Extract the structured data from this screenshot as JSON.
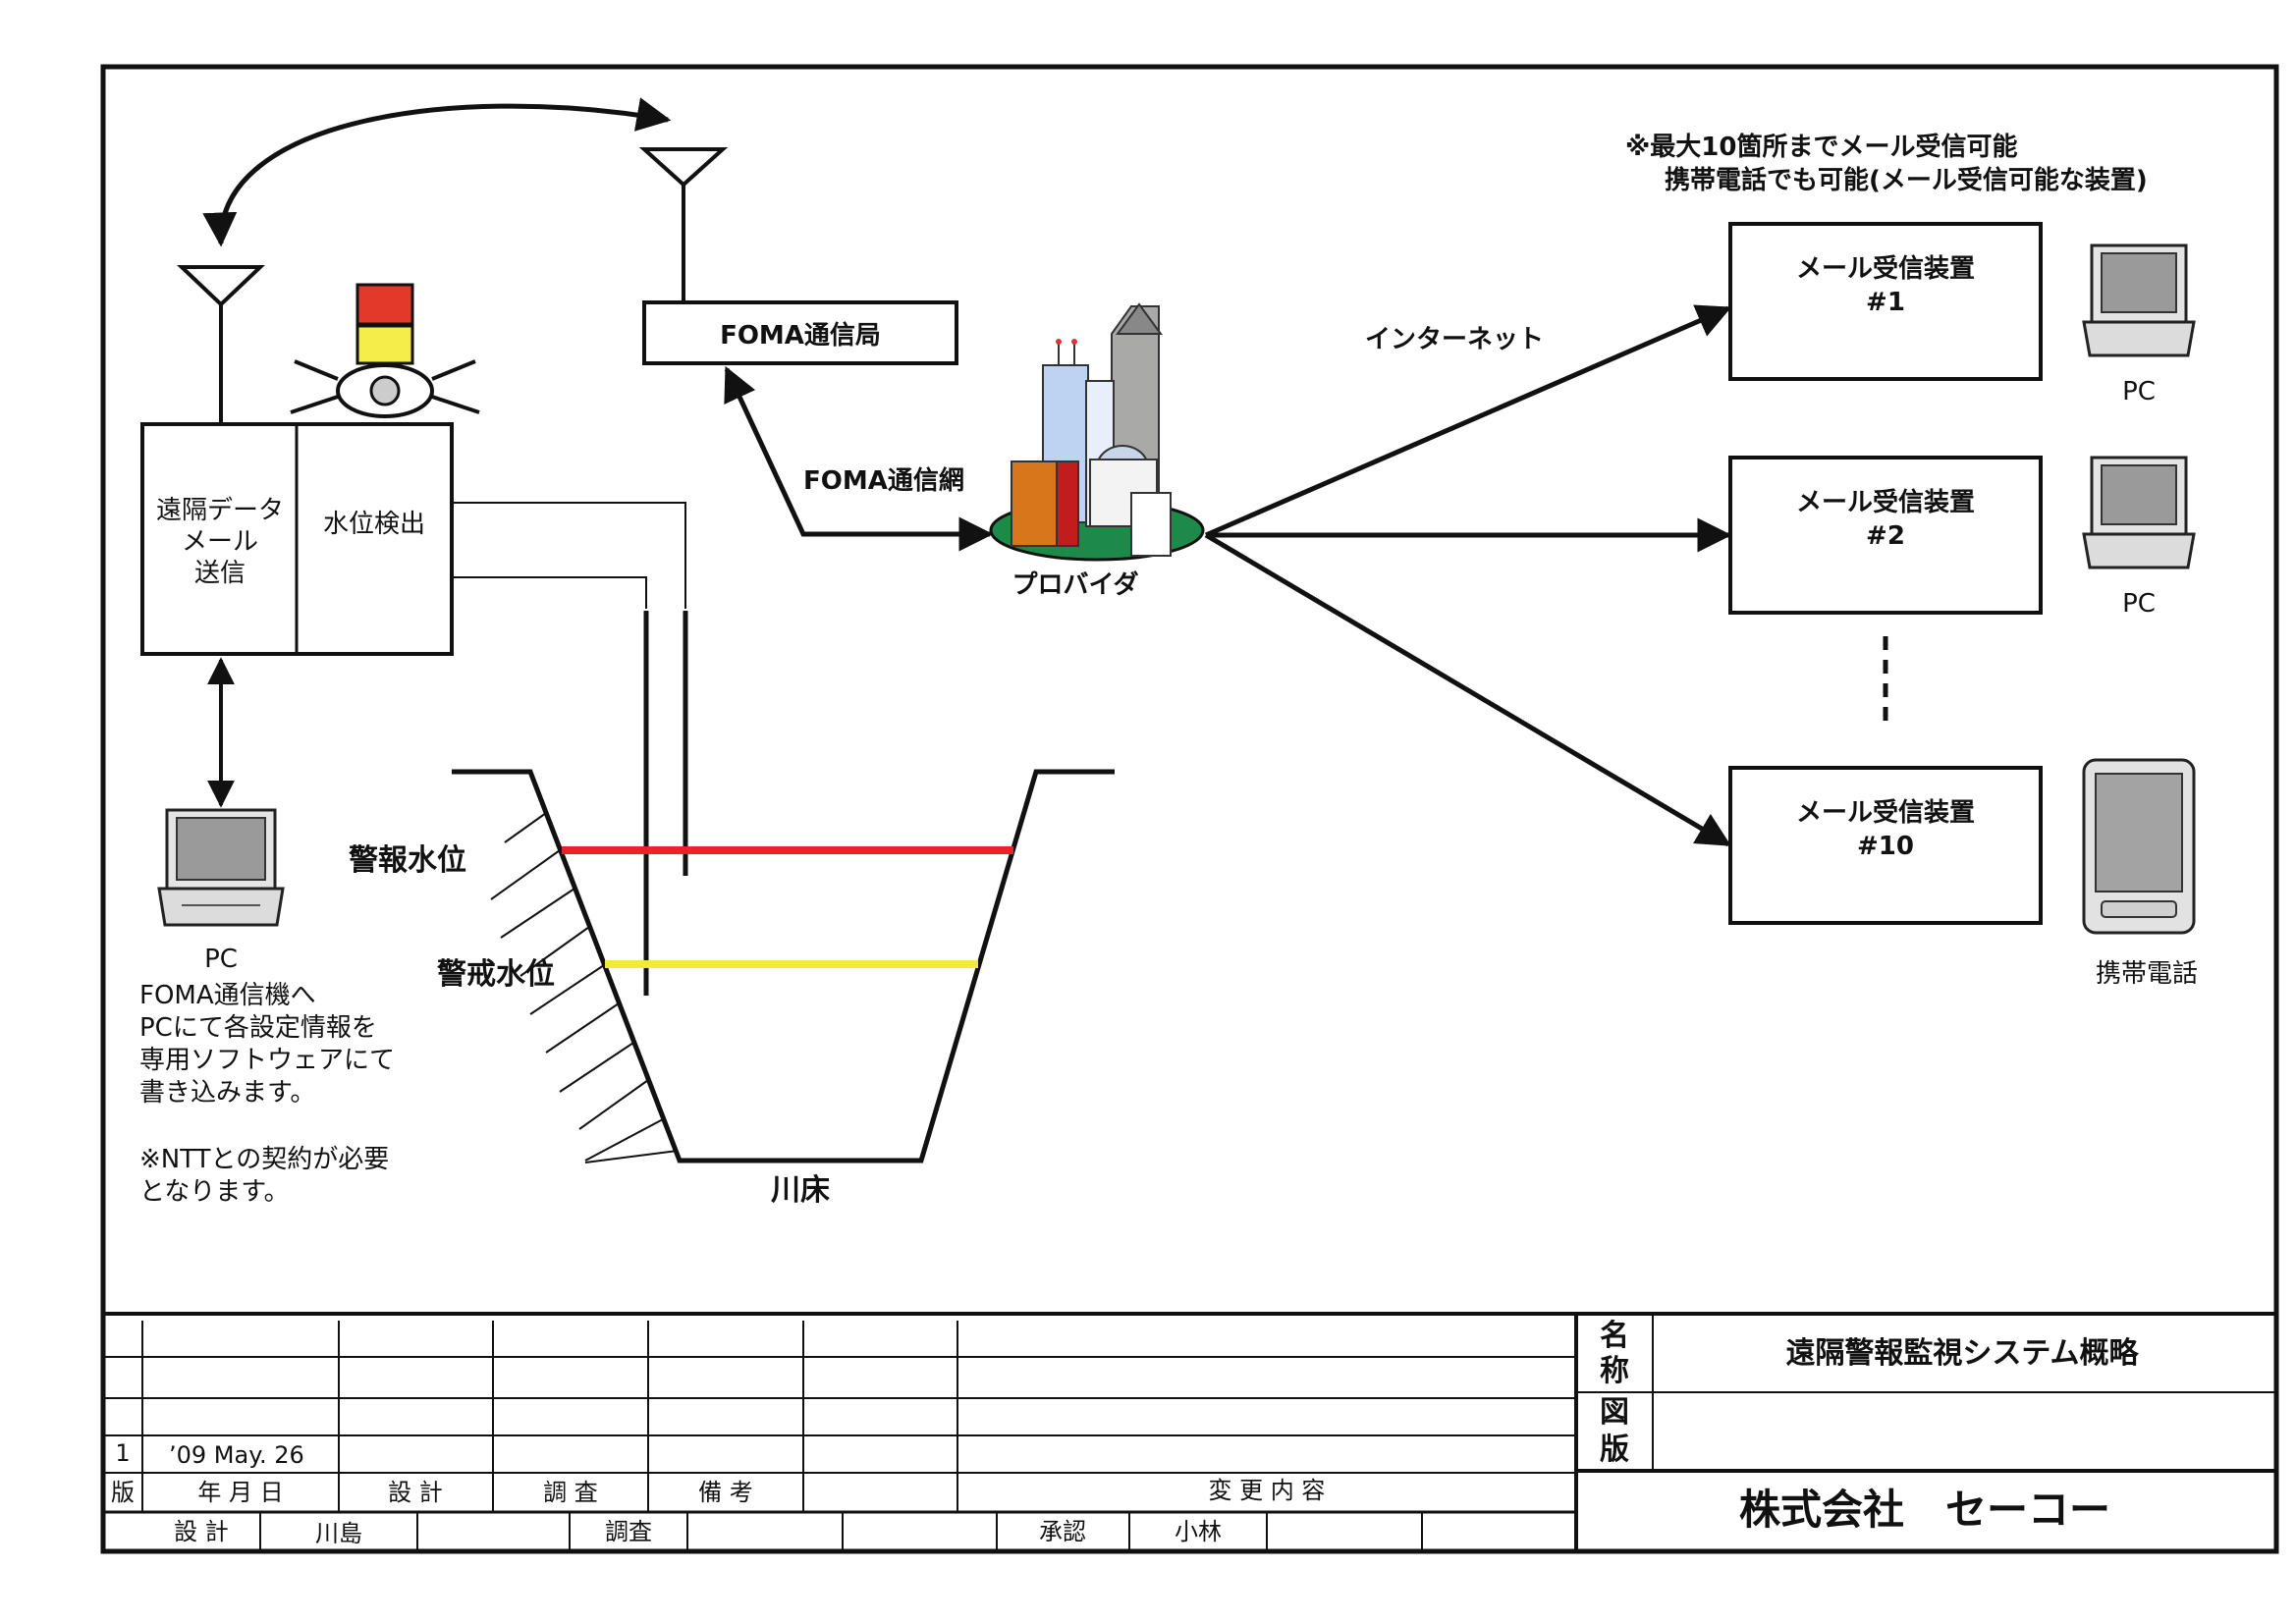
{
  "notes": {
    "max_line1": "※最大10箇所までメール受信可能",
    "max_line2": "携帯電話でも可能(メール受信可能な装置)"
  },
  "station": {
    "left_line1": "遠隔データ",
    "left_line2": "メール",
    "left_line3": "送信",
    "right": "水位検出"
  },
  "foma": {
    "station": "FOMA通信局",
    "network": "FOMA通信網"
  },
  "provider": {
    "label": "プロバイダ"
  },
  "internet": {
    "label": "インターネット"
  },
  "receivers": [
    {
      "line1": "メール受信装置",
      "line2": "#1",
      "device": "PC"
    },
    {
      "line1": "メール受信装置",
      "line2": "#2",
      "device": "PC"
    },
    {
      "line1": "メール受信装置",
      "line2": "#10",
      "device": "携帯電話"
    }
  ],
  "pc_left": {
    "label": "PC",
    "desc1": "FOMA通信機へ",
    "desc2": "PCにて各設定情報を",
    "desc3": "専用ソフトウェアにて",
    "desc4": "書き込みます。",
    "note1": "※NTTとの契約が必要",
    "note2": "となります。"
  },
  "river": {
    "alarm_level": "警報水位",
    "warning_level": "警戒水位",
    "bed": "川床",
    "alarm_color": "#e8242a",
    "warning_color": "#f2ea3a"
  },
  "title_block": {
    "rev_no": "1",
    "rev_date": "’09 May. 26",
    "h_ban": "版",
    "h_date": "年 月 日",
    "h_design": "設 計",
    "h_check": "調 査",
    "h_remark": "備 考",
    "h_change": "変 更 内 容",
    "f_design": "設 計",
    "f_design_name": "川島",
    "f_check": "調査",
    "f_approve": "承認",
    "f_approve_name": "小林",
    "name_label_1": "名",
    "name_label_2": "称",
    "dwg_label_1": "図",
    "dwg_label_2": "版",
    "title": "遠隔警報監視システム概略",
    "company": "株式会社　セーコー"
  }
}
